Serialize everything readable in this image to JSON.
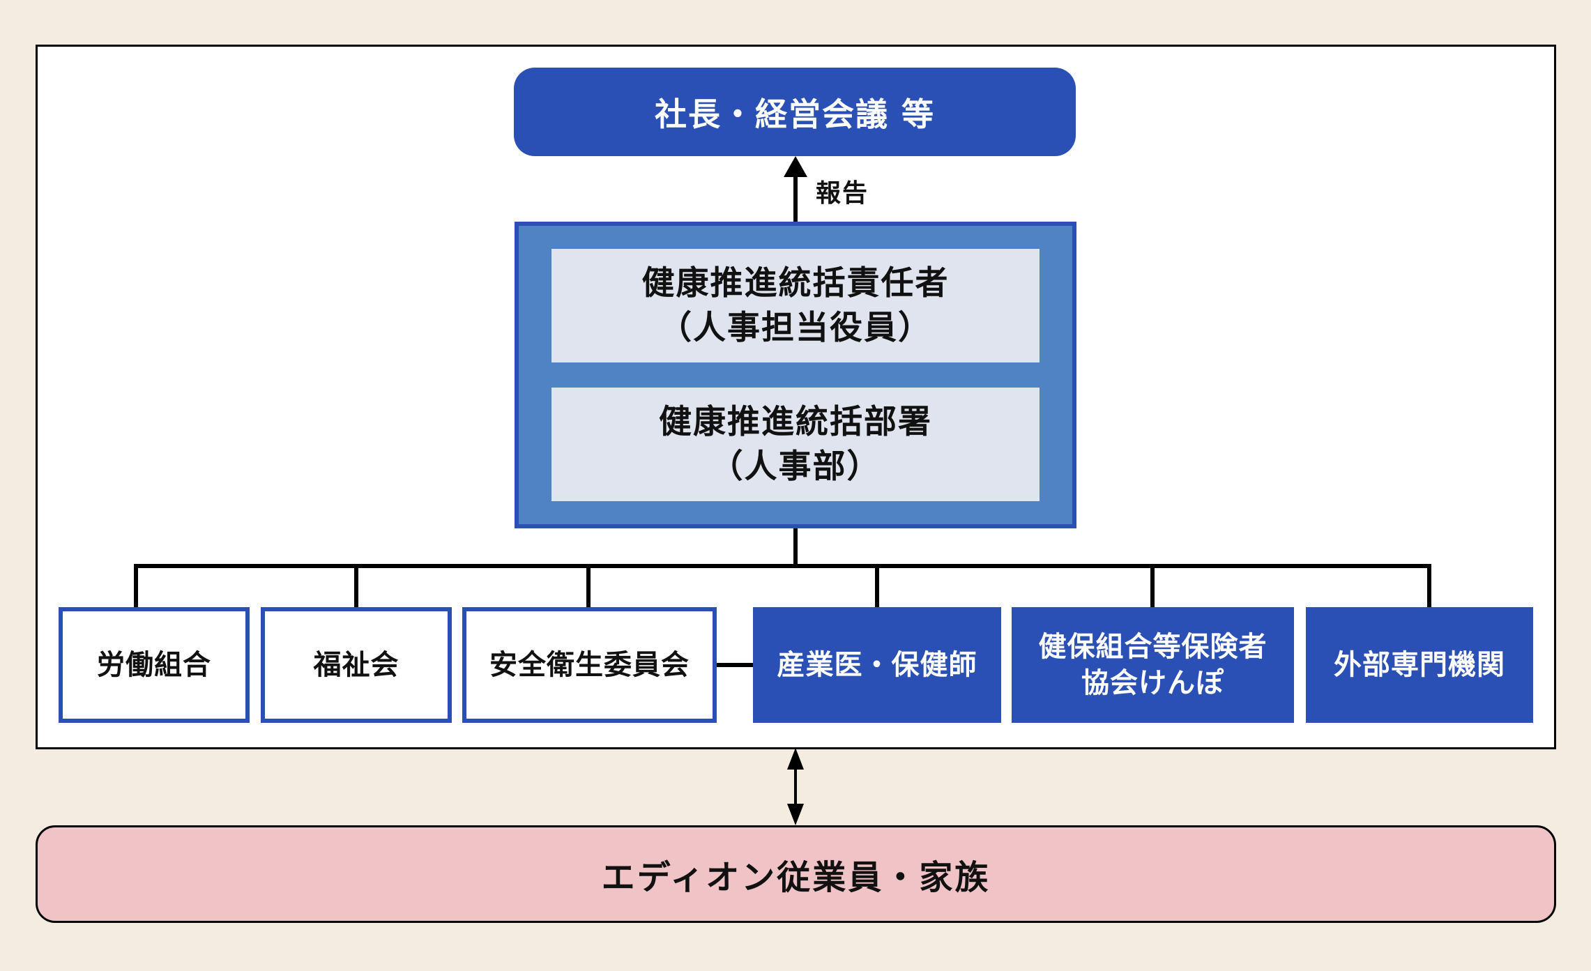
{
  "colors": {
    "background": "#f4ece1",
    "frame": "#ffffff",
    "primary_blue": "#2a4fb5",
    "mid_blue": "#5083c4",
    "inner_gray": "#e0e4ee",
    "pink": "#f0c3c6",
    "line": "#000000"
  },
  "top_box": {
    "label": "社長・経営会議 等"
  },
  "report_arrow": {
    "label": "報告"
  },
  "core_unit": {
    "boxes": [
      {
        "lines": [
          "健康推進統括責任者",
          "（人事担当役員）"
        ]
      },
      {
        "lines": [
          "健康推進統括部署",
          "（人事部）"
        ]
      }
    ]
  },
  "units": [
    {
      "lines": [
        "労働組合"
      ],
      "style": "outline"
    },
    {
      "lines": [
        "福祉会"
      ],
      "style": "outline"
    },
    {
      "lines": [
        "安全衛生委員会"
      ],
      "style": "outline"
    },
    {
      "lines": [
        "産業医・保健師"
      ],
      "style": "filled"
    },
    {
      "lines": [
        "健保組合等保険者",
        "協会けんぽ"
      ],
      "style": "filled"
    },
    {
      "lines": [
        "外部専門機関"
      ],
      "style": "filled"
    }
  ],
  "bottom_box": {
    "label": "エディオン従業員・家族"
  }
}
